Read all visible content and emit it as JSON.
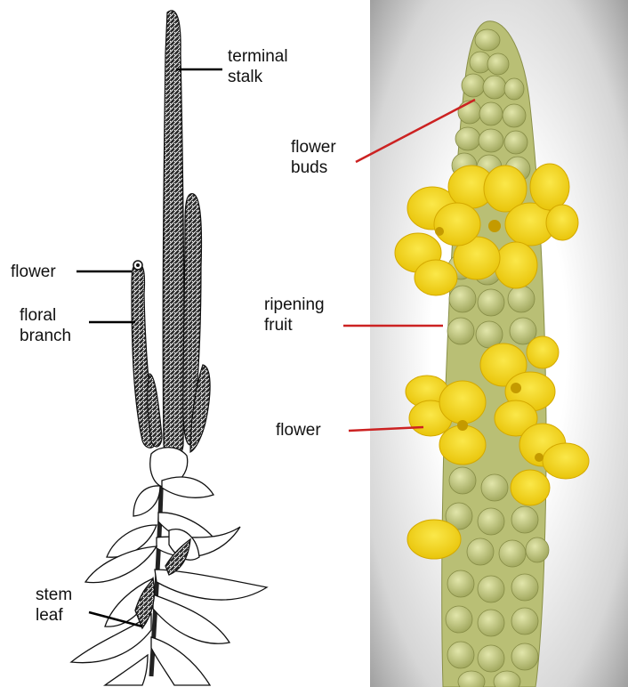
{
  "left_panel": {
    "style": "pen-and-ink botanical drawing",
    "labels": {
      "terminal_stalk": "terminal\nstalk",
      "flower": "flower",
      "floral_branch": "floral\nbranch",
      "stem_leaf": "stem\nleaf"
    },
    "leader_color": "#000000"
  },
  "right_panel": {
    "style": "photograph with soft vignette",
    "labels": {
      "flower_buds": "flower\nbuds",
      "ripening_fruit": "ripening\nfruit",
      "flower": "flower"
    },
    "leader_color": "#cc2222",
    "colors": {
      "petal": "#f2d60a",
      "petal_shade": "#e0b800",
      "bud": "#c9cf86",
      "bud_shade": "#9ea55a",
      "vignette": "#8f8f8f"
    }
  }
}
